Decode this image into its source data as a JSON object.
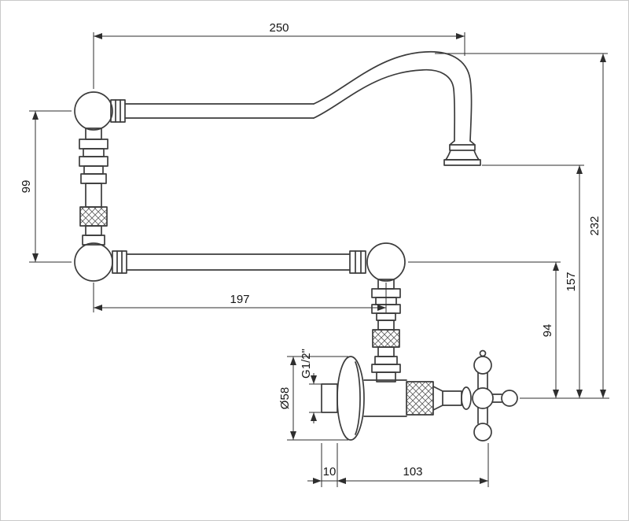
{
  "dimensions": {
    "spout_reach": "250",
    "riser_spacing": "99",
    "arm_length": "197",
    "height_to_lower_arm": "94",
    "height_to_outlet": "157",
    "overall_height": "232",
    "flange_diameter": "Ø58",
    "thread": "G1/2\"",
    "wall_plate_thickness": "10",
    "handle_offset": "103"
  }
}
